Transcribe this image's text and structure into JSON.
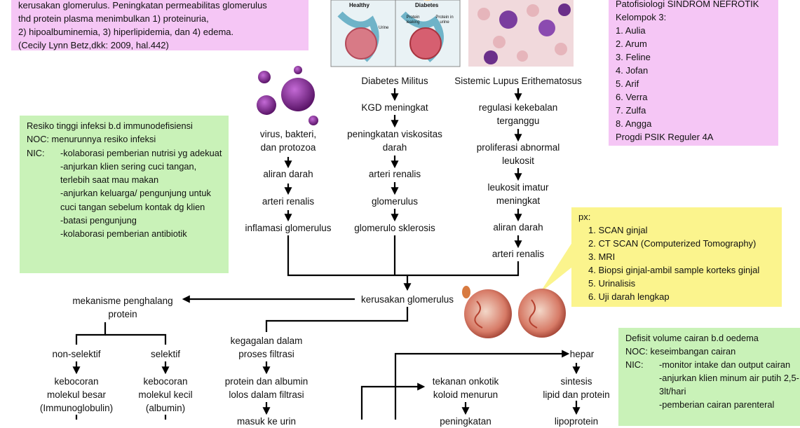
{
  "top_left_box": {
    "line1": "kerusakan glomerulus. Peningkatan permeabilitas glomerulus",
    "line2": "thd protein plasma menimbulkan 1) proteinuria,",
    "line3": "2) hipoalbuminemia, 3) hiperlipidemia, dan 4) edema.",
    "line4": "(Cecily Lynn Betz,dkk: 2009, hal.442)"
  },
  "kidney_illustration": {
    "healthy_label": "Healthy",
    "diabetes_label": "Diabetes",
    "urine_label": "Urine",
    "protein_leaking_label": "Protein leaking",
    "protein_in_urine_label": "Protein in urine"
  },
  "group_box": {
    "title": "Patofisiologi SINDROM NEFROTIK",
    "group": "Kelompok 3:",
    "members": [
      "1. Aulia",
      "2. Arum",
      "3. Feline",
      "4. Jofan",
      "5. Arif",
      "6. Verra",
      "7. Zulfa",
      "8. Angga"
    ],
    "program": "Progdi PSIK Reguler 4A"
  },
  "infection_box": {
    "diagnosis": "Resiko tinggi infeksi b.d immunodefisiensi",
    "noc": "NOC: menurunnya resiko infeksi",
    "nic_label": "NIC:",
    "items": [
      "-kolaborasi pemberian nutrisi yg adekuat",
      "-anjurkan klien sering cuci tangan, terlebih saat mau makan",
      "-anjurkan keluarga/ pengunjung untuk cuci tangan sebelum kontak dg klien",
      "-batasi pengunjung",
      "-kolaborasi pemberian antibiotik"
    ]
  },
  "px_box": {
    "title": "px:",
    "items": [
      "1. SCAN ginjal",
      "2. CT SCAN (Computerized Tomography)",
      "3. MRI",
      "4. Biopsi ginjal-ambil sample korteks ginjal",
      "5. Urinalisis",
      "6. Uji darah lengkap"
    ]
  },
  "fluid_box": {
    "diagnosis": "Defisit volume cairan b.d oedema",
    "noc": "NOC: keseimbangan cairan",
    "nic_label": "NIC:",
    "items": [
      "-monitor intake dan output cairan",
      "-anjurkan klien minum air putih 2,5-3lt/hari",
      "-pemberian cairan parenteral"
    ]
  },
  "flow": {
    "col1": [
      "virus, bakteri,\ndan protozoa",
      "aliran darah",
      "arteri renalis",
      "inflamasi glomerulus"
    ],
    "col2": [
      "Diabetes Militus",
      "KGD meningkat",
      "peningkatan viskositas\ndarah",
      "arteri renalis",
      "glomerulus",
      "glomerulo sklerosis"
    ],
    "col3": [
      "Sistemic Lupus Erithematosus",
      "regulasi kekebalan\nterganggu",
      "proliferasi abnormal\nleukosit",
      "leukosit imatur\nmeningkat",
      "aliran darah",
      "arteri renalis"
    ],
    "center": "kerusakan glomerulus",
    "left_branch": "mekanisme penghalang\nprotein",
    "non_selective": "non-selektif",
    "selective": "selektif",
    "large_molecule": "kebocoran\nmolekul besar\n(Immunoglobulin)",
    "small_molecule": "kebocoran\nmolekul kecil\n(albumin)",
    "filtration_fail": "kegagalan dalam\nproses filtrasi",
    "protein_albumin": "protein dan albumin\nlolos dalam filtrasi",
    "to_urine": "masuk ke urin",
    "hepar": "hepar",
    "oncotic": "tekanan onkotik\nkoloid menurun",
    "increase": "peningkatan",
    "synthesis": "sintesis\nlipid dan protein",
    "lipoprotein": "lipoprotein"
  }
}
